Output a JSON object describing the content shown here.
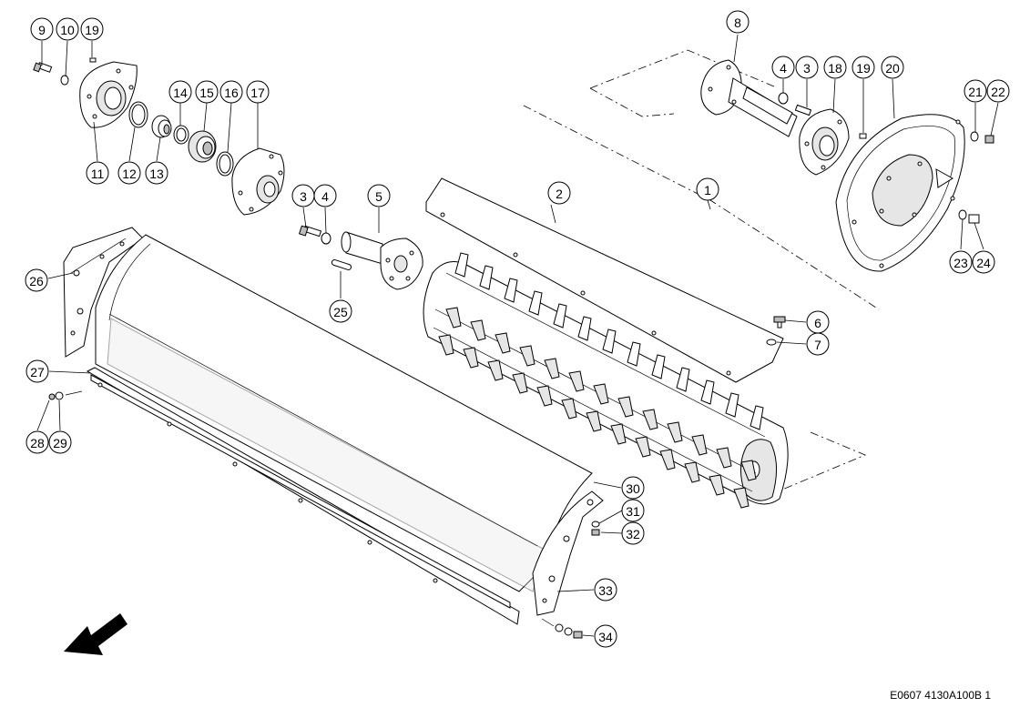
{
  "callouts": [
    {
      "id": "c9",
      "label": "9"
    },
    {
      "id": "c10",
      "label": "10"
    },
    {
      "id": "c19a",
      "label": "19"
    },
    {
      "id": "c14",
      "label": "14"
    },
    {
      "id": "c15",
      "label": "15"
    },
    {
      "id": "c16",
      "label": "16"
    },
    {
      "id": "c17",
      "label": "17"
    },
    {
      "id": "c11",
      "label": "11"
    },
    {
      "id": "c12",
      "label": "12"
    },
    {
      "id": "c13",
      "label": "13"
    },
    {
      "id": "c8",
      "label": "8"
    },
    {
      "id": "c4a",
      "label": "4"
    },
    {
      "id": "c3a",
      "label": "3"
    },
    {
      "id": "c18",
      "label": "18"
    },
    {
      "id": "c19b",
      "label": "19"
    },
    {
      "id": "c20",
      "label": "20"
    },
    {
      "id": "c21",
      "label": "21"
    },
    {
      "id": "c22",
      "label": "22"
    },
    {
      "id": "c3b",
      "label": "3"
    },
    {
      "id": "c4b",
      "label": "4"
    },
    {
      "id": "c5",
      "label": "5"
    },
    {
      "id": "c2",
      "label": "2"
    },
    {
      "id": "c1",
      "label": "1"
    },
    {
      "id": "c23",
      "label": "23"
    },
    {
      "id": "c24",
      "label": "24"
    },
    {
      "id": "c26",
      "label": "26"
    },
    {
      "id": "c25",
      "label": "25"
    },
    {
      "id": "c6",
      "label": "6"
    },
    {
      "id": "c7",
      "label": "7"
    },
    {
      "id": "c27",
      "label": "27"
    },
    {
      "id": "c28",
      "label": "28"
    },
    {
      "id": "c29",
      "label": "29"
    },
    {
      "id": "c30",
      "label": "30"
    },
    {
      "id": "c31",
      "label": "31"
    },
    {
      "id": "c32",
      "label": "32"
    },
    {
      "id": "c33",
      "label": "33"
    },
    {
      "id": "c34",
      "label": "34"
    }
  ],
  "drawing_code": "E0607 4130A100B 1"
}
